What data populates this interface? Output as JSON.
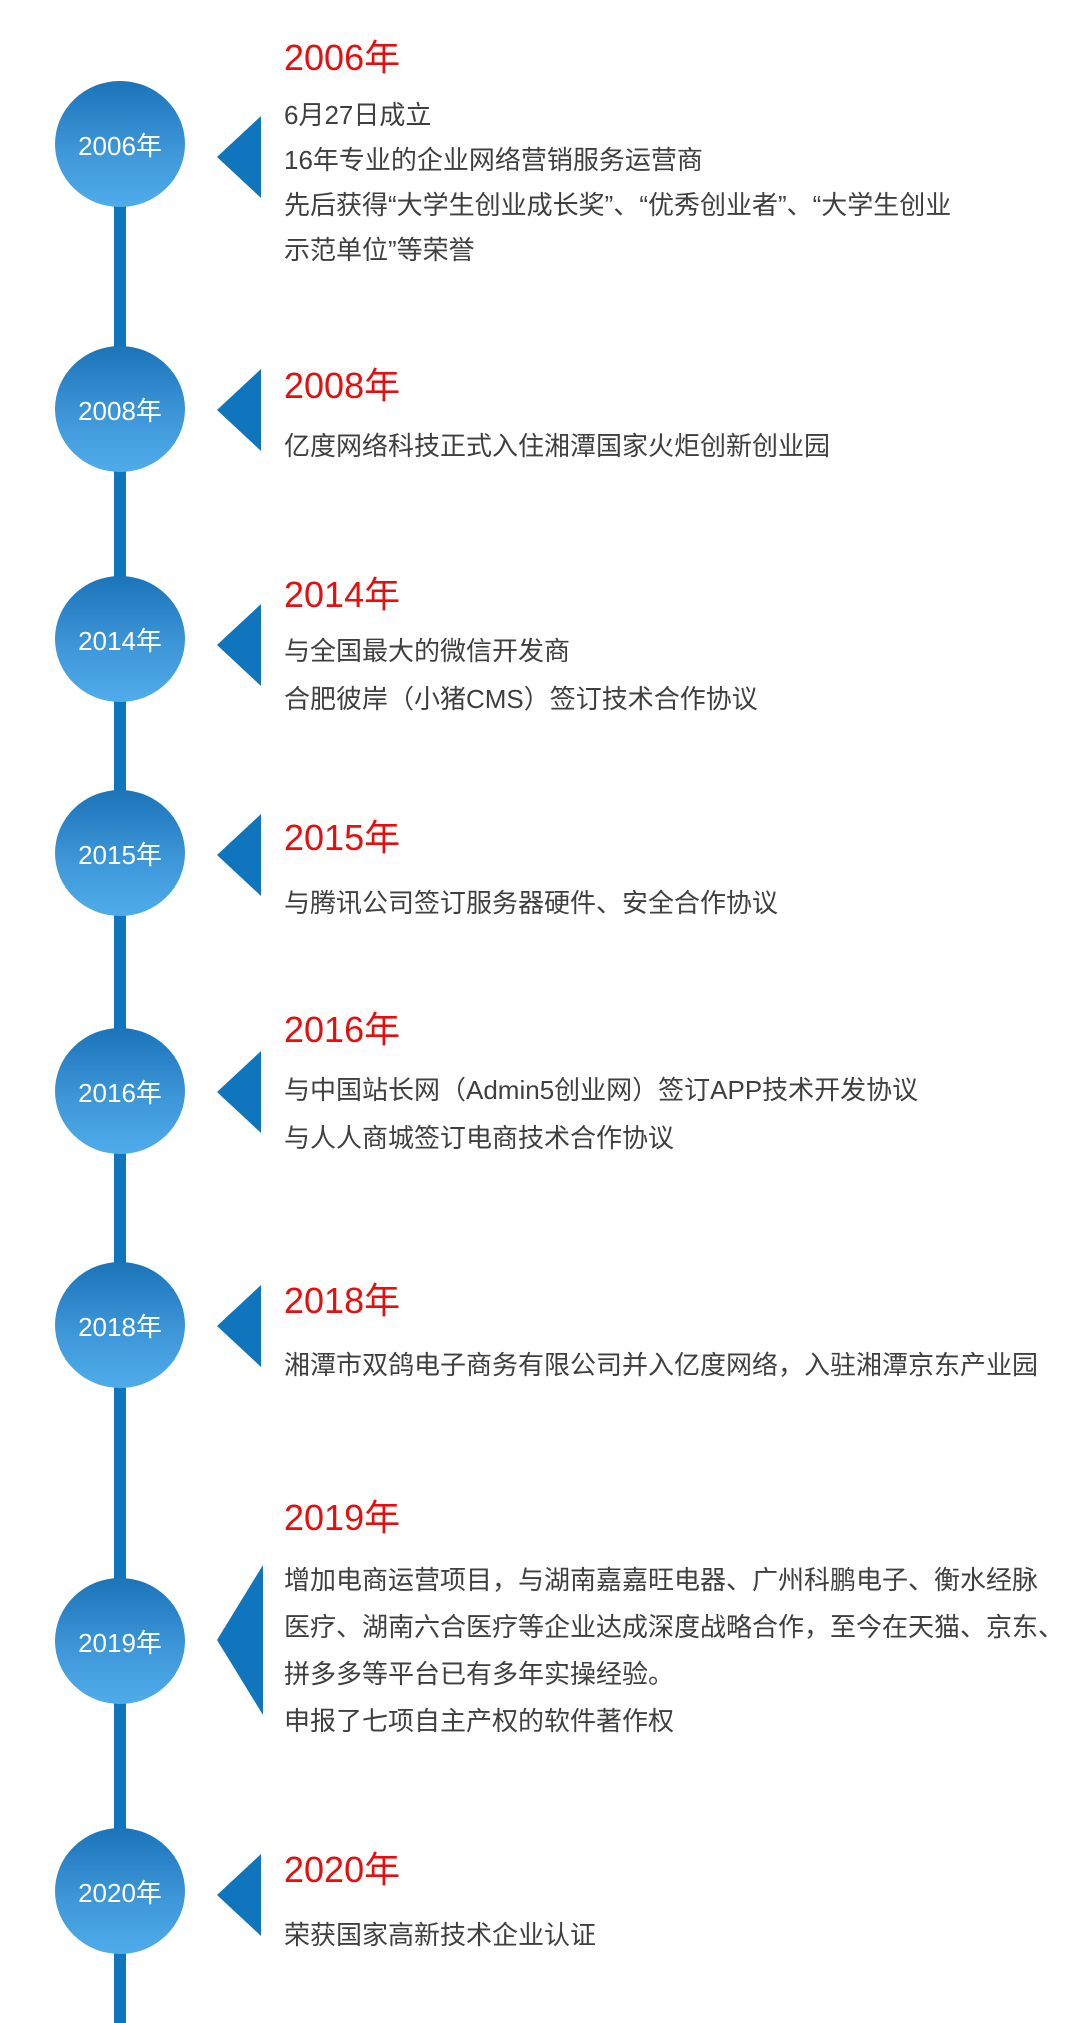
{
  "page": {
    "title": "公司发展历程时间轴",
    "background": "#ffffff"
  },
  "colors": {
    "heading_red": "#e50f0f",
    "timeline_blue": "#0f76bd",
    "circle_gradient_top": "#1b74b8",
    "circle_gradient_bottom": "#4facea",
    "body_text": "#3f3f3f",
    "circle_label_text": "#ffffff"
  },
  "timeline": {
    "events": [
      {
        "year_label": "2006年",
        "heading": "2006年",
        "body_lines": [
          "6月27日成立",
          "16年专业的企业网络营销服务运营商",
          "先后获得“大学生创业成长奖”、“优秀创业者”、“大学生创业",
          "示范单位”等荣誉"
        ]
      },
      {
        "year_label": "2008年",
        "heading": "2008年",
        "body_lines": [
          "亿度网络科技正式入住湘潭国家火炬创新创业园"
        ]
      },
      {
        "year_label": "2014年",
        "heading": "2014年",
        "body_lines": [
          "与全国最大的微信开发商",
          "合肥彼岸（小猪CMS）签订技术合作协议"
        ]
      },
      {
        "year_label": "2015年",
        "heading": "2015年",
        "body_lines": [
          "与腾讯公司签订服务器硬件、安全合作协议"
        ]
      },
      {
        "year_label": "2016年",
        "heading": "2016年",
        "body_lines": [
          "与中国站长网（Admin5创业网）签订APP技术开发协议",
          "与人人商城签订电商技术合作协议"
        ]
      },
      {
        "year_label": "2018年",
        "heading": "2018年",
        "body_lines": [
          "湘潭市双鸽电子商务有限公司并入亿度网络，入驻湘潭京东产业园"
        ]
      },
      {
        "year_label": "2019年",
        "heading": "2019年",
        "body_lines": [
          "增加电商运营项目，与湖南嘉嘉旺电器、广州科鹏电子、衡水经脉",
          "医疗、湖南六合医疗等企业达成深度战略合作，至今在天猫、京东、",
          "拼多多等平台已有多年实操经验。",
          "申报了七项自主产权的软件著作权"
        ]
      },
      {
        "year_label": "2020年",
        "heading": "2020年",
        "body_lines": [
          "荣获国家高新技术企业认证"
        ]
      }
    ]
  }
}
